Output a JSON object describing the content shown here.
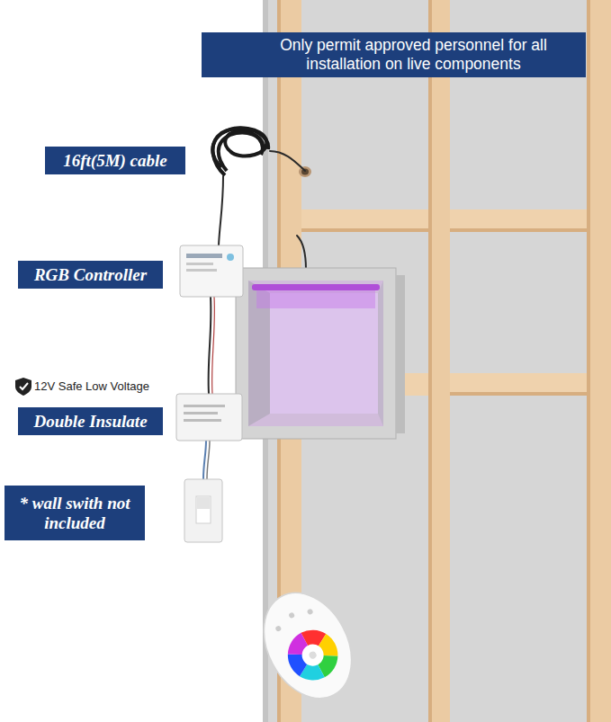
{
  "diagram": {
    "nodes": [
      {
        "text": [
          "Only permit approved personnel for all installation on live components"
        ]
      },
      {
        "text": [
          "16ft(5M) cable"
        ]
      },
      {
        "text": [
          "RGB Controller"
        ]
      },
      {
        "text": [
          "Double Insulate"
        ]
      },
      {
        "text": [
          "* wall swith not included"
        ]
      }
    ],
    "labels": [
      "12V Safe Low Voltage"
    ]
  }
}
